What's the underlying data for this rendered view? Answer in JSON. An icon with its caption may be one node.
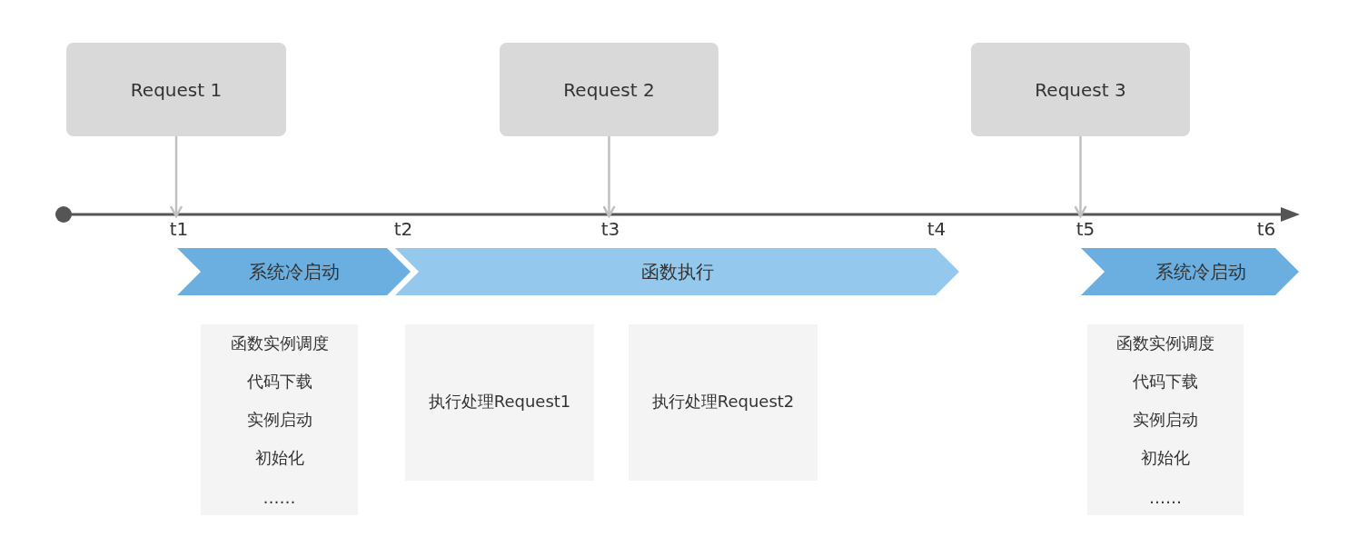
{
  "diagram": {
    "nodes": [
      {
        "text": [
          "Request 1"
        ]
      },
      {
        "text": [
          "Request 2"
        ]
      },
      {
        "text": [
          "Request 3"
        ]
      },
      {
        "text": [
          "系统冷启动"
        ]
      },
      {
        "text": [
          "函数执行"
        ]
      },
      {
        "text": [
          "系统冷启动"
        ]
      },
      {
        "text": [
          "函数实例调度",
          "代码下载",
          "实例启动",
          "初始化",
          "……"
        ]
      },
      {
        "text": [
          "执行处理Request1"
        ]
      },
      {
        "text": [
          "执行处理Request2"
        ]
      },
      {
        "text": [
          "函数实例调度",
          "代码下载",
          "实例启动",
          "初始化",
          "……"
        ]
      },
      {
        "text": [
          "t1"
        ]
      },
      {
        "text": [
          "t2"
        ]
      },
      {
        "text": [
          "t3"
        ]
      },
      {
        "text": [
          "t4"
        ]
      },
      {
        "text": [
          "t5"
        ]
      },
      {
        "text": [
          "t6"
        ]
      }
    ],
    "edges": [
      {
        "from": 0,
        "to": 10,
        "arrow": "to"
      },
      {
        "from": 1,
        "to": 12,
        "arrow": "to"
      },
      {
        "from": 2,
        "to": 14,
        "arrow": "to"
      }
    ]
  }
}
